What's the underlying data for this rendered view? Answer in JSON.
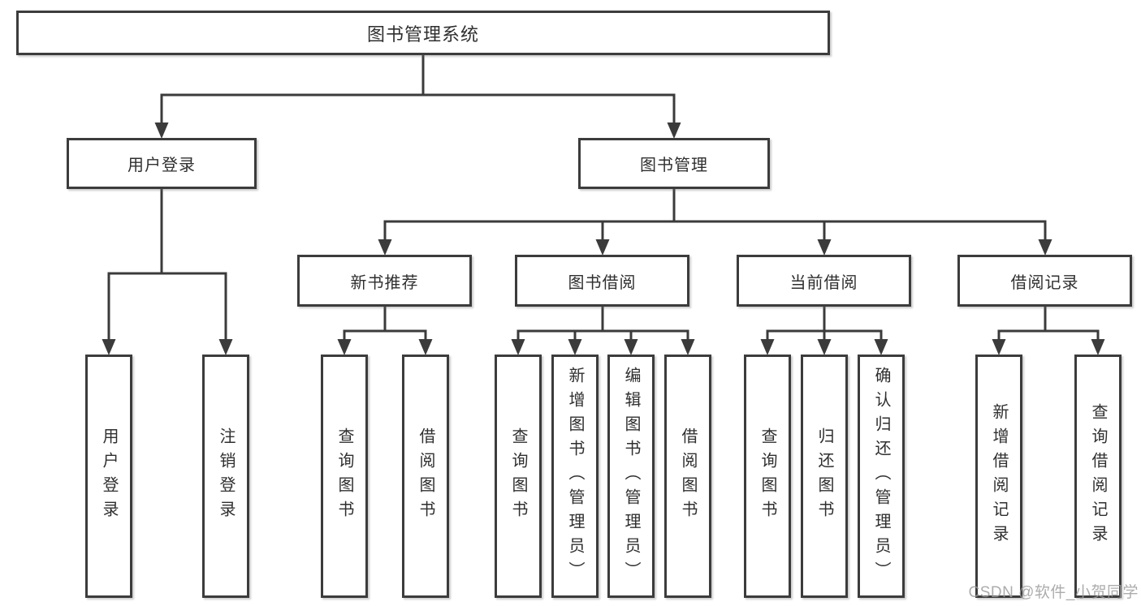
{
  "diagram": {
    "type": "hierarchy-tree",
    "orientation": "top-down"
  },
  "tree": {
    "root": {
      "label": "图书管理系统",
      "children": [
        {
          "label": "用户登录",
          "children": [
            {
              "label": "用户登录"
            },
            {
              "label": "注销登录"
            }
          ]
        },
        {
          "label": "图书管理",
          "children": [
            {
              "label": "新书推荐",
              "children": [
                {
                  "label": "查询图书"
                },
                {
                  "label": "借阅图书"
                }
              ]
            },
            {
              "label": "图书借阅",
              "children": [
                {
                  "label": "查询图书"
                },
                {
                  "label": "新增图书（管理员）"
                },
                {
                  "label": "编辑图书（管理员）"
                },
                {
                  "label": "借阅图书"
                }
              ]
            },
            {
              "label": "当前借阅",
              "children": [
                {
                  "label": "查询图书"
                },
                {
                  "label": "归还图书"
                },
                {
                  "label": "确认归还（管理员）"
                }
              ]
            },
            {
              "label": "借阅记录",
              "children": [
                {
                  "label": "新增借阅记录"
                },
                {
                  "label": "查询借阅记录"
                }
              ]
            }
          ]
        }
      ]
    }
  },
  "watermark": {
    "label": "CSDN @软件_小贺同学"
  },
  "colors": {
    "background": "#ffffff",
    "line": "#3b3b3b",
    "box_border": "#3c3c3c",
    "text": "#2f2f2f",
    "watermark": "#9e9e9e"
  }
}
